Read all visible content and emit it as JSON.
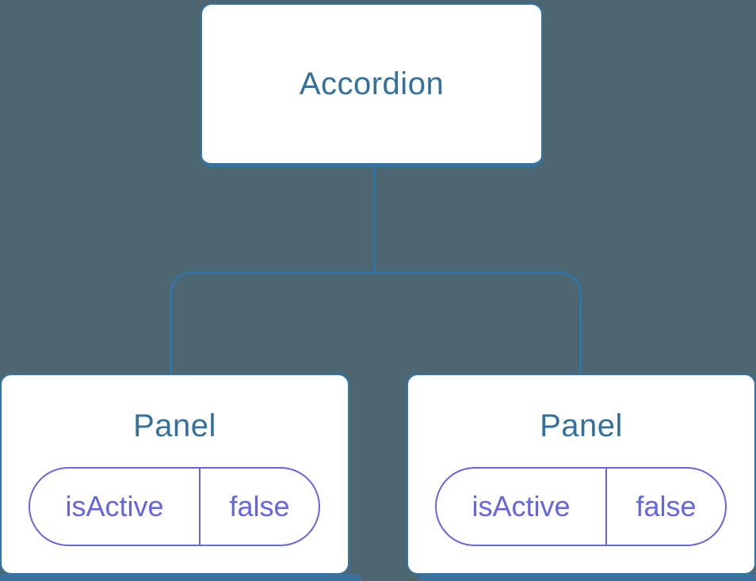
{
  "diagram": {
    "root": {
      "label": "Accordion"
    },
    "children": [
      {
        "label": "Panel",
        "props": [
          {
            "name": "isActive",
            "value": "false"
          }
        ]
      },
      {
        "label": "Panel",
        "props": [
          {
            "name": "isActive",
            "value": "false"
          }
        ]
      }
    ]
  },
  "colors": {
    "background": "#4C6771",
    "line": "#3474A5",
    "node_fill": "#FFFFFF",
    "node_text": "#34709C",
    "prop": "#6565DF",
    "pedestal": "#3A719D"
  }
}
